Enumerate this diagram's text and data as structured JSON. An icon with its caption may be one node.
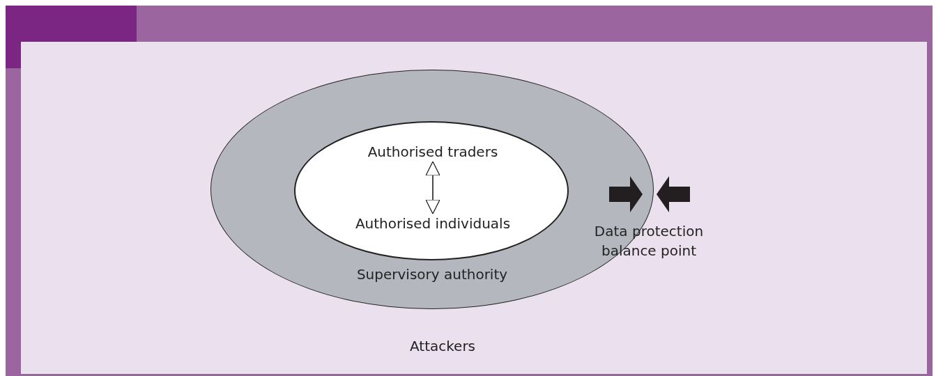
{
  "diagram": {
    "nodes": [
      {
        "text": [
          "Supervisory authority"
        ]
      },
      {
        "text": [],
        "shape": "ellipse",
        "in": 0
      },
      {
        "text": [
          "Authorised traders"
        ],
        "in": 1
      },
      {
        "text": [
          "Authorised individuals"
        ],
        "in": 1
      }
    ],
    "edges": [
      {
        "from": 2,
        "to": 3,
        "arrow": "both"
      }
    ],
    "labels": [
      "Data protection balance point",
      "Attackers"
    ]
  }
}
